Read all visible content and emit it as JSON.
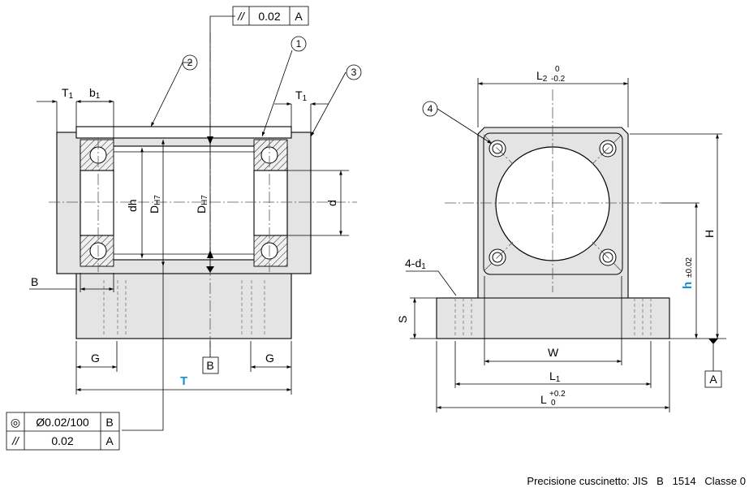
{
  "balloons": {
    "one": "1",
    "two": "2",
    "three": "3",
    "four": "4"
  },
  "frames": {
    "top": {
      "symbol": "//",
      "value": "0.02",
      "datum": "A"
    },
    "bottom_row1": {
      "symbol": "◎",
      "value": "Ø0.02/100",
      "datum": "B"
    },
    "bottom_row2": {
      "symbol": "//",
      "value": "0.02",
      "datum": "A"
    }
  },
  "datums": {
    "a": "A",
    "b": "B"
  },
  "left_view": {
    "t1_left": {
      "main": "T",
      "sub": "1"
    },
    "b1": {
      "main": "b",
      "sub": "1"
    },
    "t1_right": {
      "main": "T",
      "sub": "1"
    },
    "dh": "dh",
    "dh7_left": {
      "main": "D",
      "sub": "H7"
    },
    "dh7_right": {
      "main": "D",
      "sub": "H7"
    },
    "d": "d",
    "b_label": "B",
    "g_left": "G",
    "g_right": "G",
    "t_total": "T"
  },
  "right_view": {
    "l2": {
      "main": "L",
      "sub": "2",
      "tol_upper": "0",
      "tol_lower": "-0.2"
    },
    "d1": {
      "main": "4-d",
      "sub": "1"
    },
    "h_upper": "H",
    "h_lower": {
      "main": "h",
      "tol": "±0.02"
    },
    "s": "S",
    "w": "W",
    "l1": {
      "main": "L",
      "sub": "1"
    },
    "l": {
      "main": "L",
      "tol_upper": "+0.2",
      "tol_lower": "0"
    }
  },
  "caption": {
    "label": "Precisione cuscinetto:",
    "std": "JIS",
    "cls": "B",
    "num": "1514",
    "grade": "Classe 0"
  }
}
